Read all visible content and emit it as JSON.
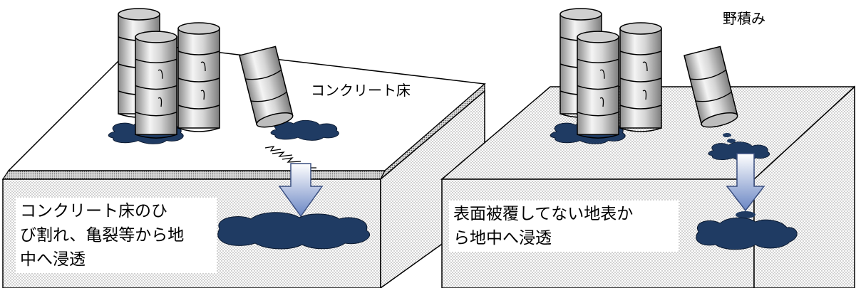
{
  "diagram": {
    "left_panel": {
      "floor_label": "コンクリート床",
      "caption_lines": [
        "コンクリート床のひ",
        "び割れ、亀裂等から地",
        "中へ浸透"
      ]
    },
    "right_panel": {
      "top_label": "野積み",
      "caption_lines": [
        "表面被覆してない地表か",
        "ら地中へ浸透"
      ]
    },
    "colors": {
      "liquid": "#1f3b63",
      "arrow_top": "#ffffff",
      "arrow_bottom": "#6a86c4",
      "drum_light": "#f2f2f2",
      "drum_dark": "#8a8a8a",
      "stipple": "#9a9a9a"
    }
  }
}
